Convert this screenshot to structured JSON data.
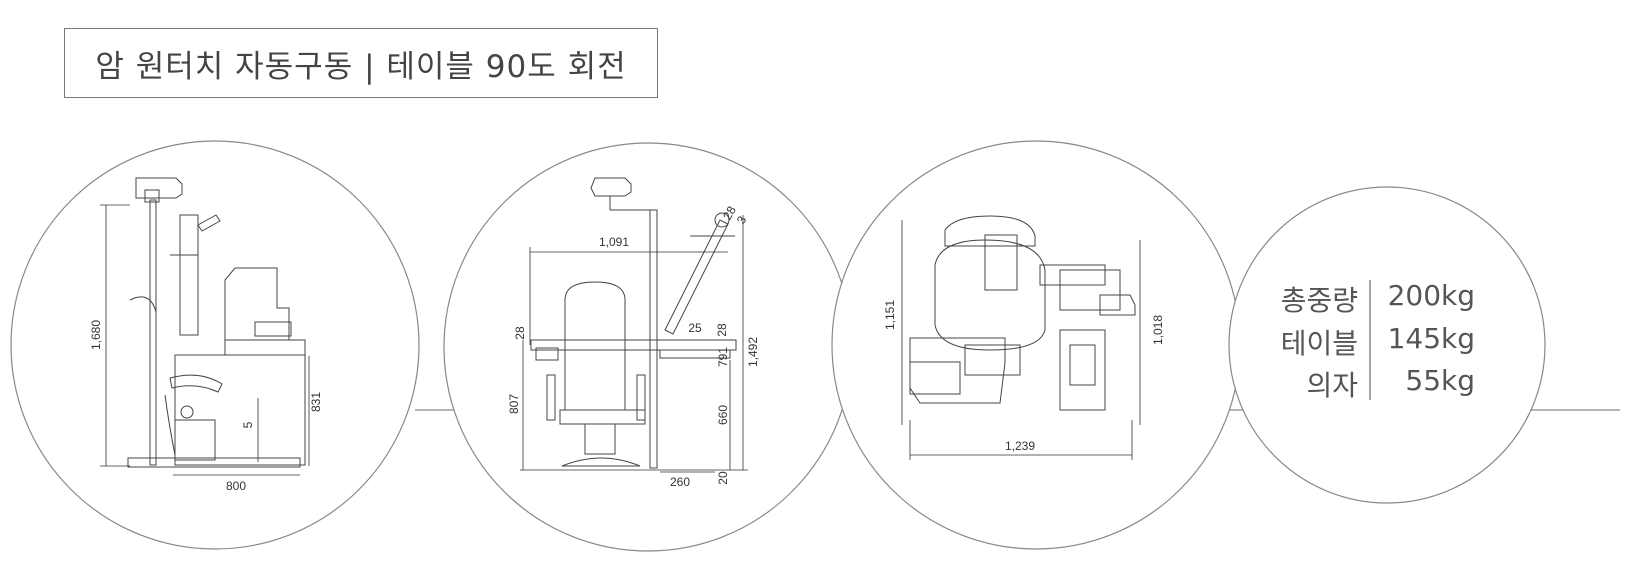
{
  "title": "암 원터치 자동구동 | 테이블 90도 회전",
  "views": [
    {
      "dims": [
        "1,680",
        "5",
        "831",
        "800"
      ]
    },
    {
      "dims": [
        "1,091",
        "28",
        "3",
        "28",
        "25",
        "28",
        "1,492",
        "791",
        "807",
        "660",
        "260",
        "20"
      ]
    },
    {
      "dims": [
        "1,151",
        "1,018",
        "1,239"
      ]
    }
  ],
  "weights": [
    {
      "label": "총중량",
      "value": "200kg"
    },
    {
      "label": "테이블",
      "value": "145kg"
    },
    {
      "label": "의자",
      "value": "55kg"
    }
  ]
}
